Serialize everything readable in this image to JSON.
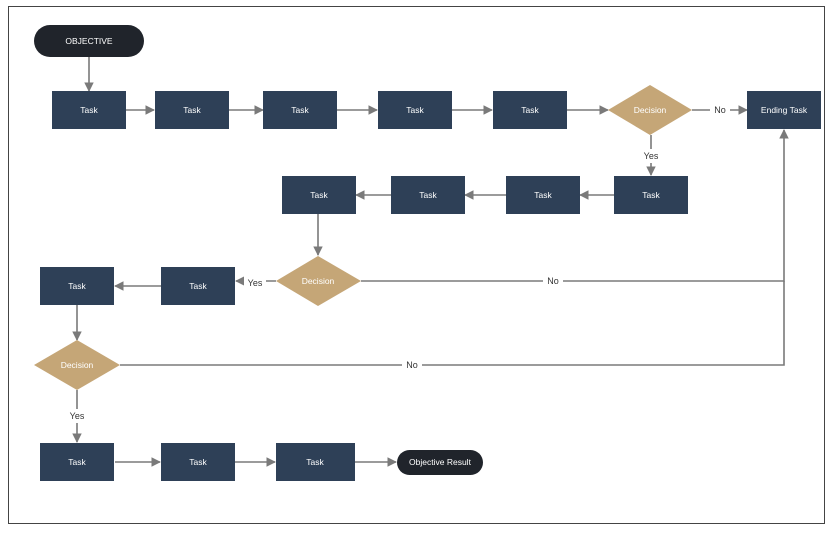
{
  "nodes": {
    "objective": "OBJECTIVE",
    "r1_task1": "Task",
    "r1_task2": "Task",
    "r1_task3": "Task",
    "r1_task4": "Task",
    "r1_task5": "Task",
    "r1_decision": "Decision",
    "ending_task": "Ending Task",
    "r2_task1": "Task",
    "r2_task2": "Task",
    "r2_task3": "Task",
    "r2_task4": "Task",
    "r3_decision": "Decision",
    "r3_task_right": "Task",
    "r3_task_left": "Task",
    "r4_decision": "Decision",
    "r5_task1": "Task",
    "r5_task2": "Task",
    "r5_task3": "Task",
    "objective_result": "Objective Result"
  },
  "edge_labels": {
    "d1_no": "No",
    "d1_yes": "Yes",
    "d2_yes": "Yes",
    "d2_no": "No",
    "d3_no": "No",
    "d3_yes": "Yes"
  },
  "colors": {
    "task": "#2e4057",
    "decision": "#c5a677",
    "terminal": "#20242b",
    "connector": "#7a7a7a"
  }
}
